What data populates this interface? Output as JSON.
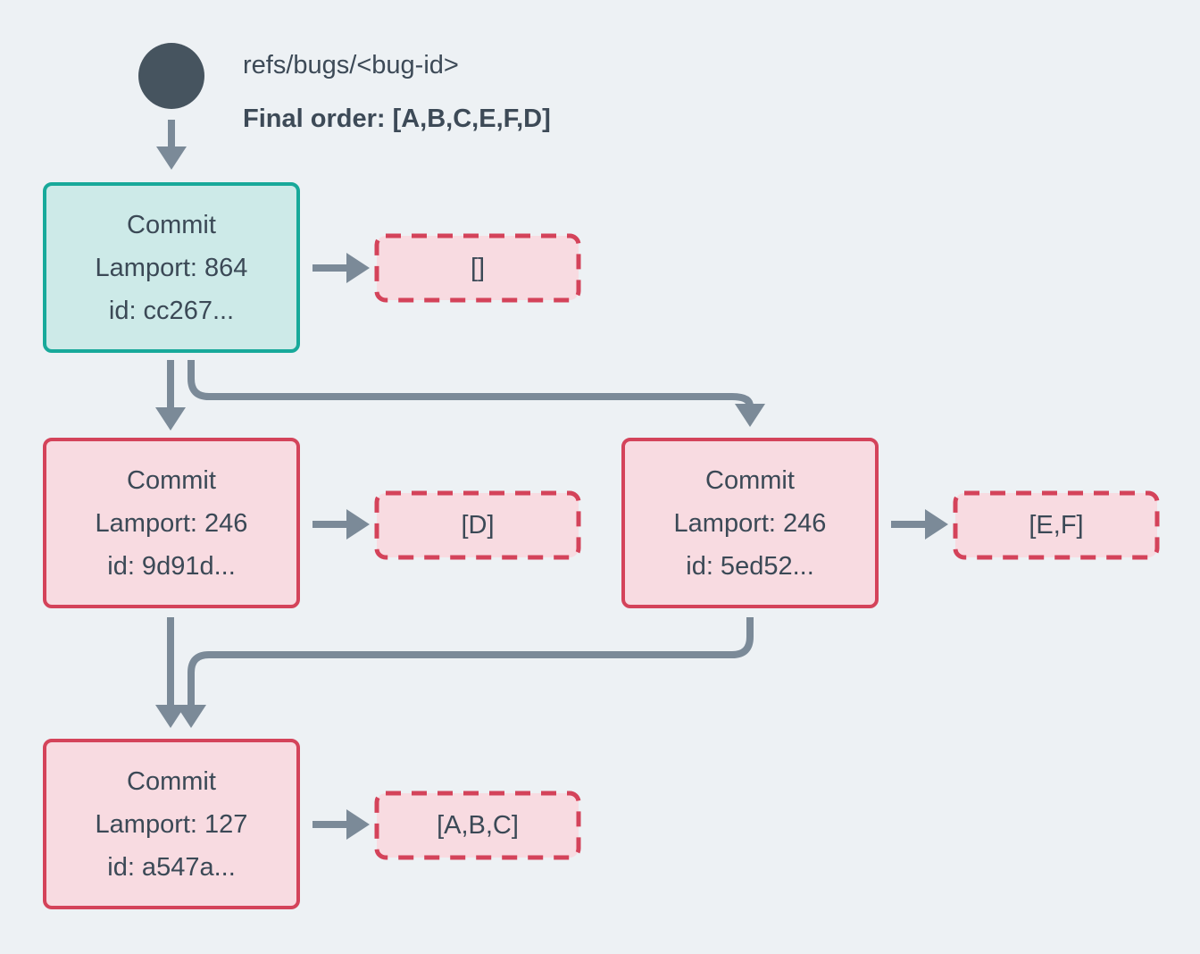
{
  "diagram": {
    "ref_name": "refs/bugs/<bug-id>",
    "final_order": "Final order: [A,B,C,E,F,D]"
  },
  "nodes": {
    "root": {
      "title": "Commit",
      "lamport": "Lamport: 864",
      "id": "id: cc267...",
      "ops": "[]"
    },
    "left": {
      "title": "Commit",
      "lamport": "Lamport: 246",
      "id": "id: 9d91d...",
      "ops": "[D]"
    },
    "right": {
      "title": "Commit",
      "lamport": "Lamport: 246",
      "id": "id: 5ed52...",
      "ops": "[E,F]"
    },
    "bottom": {
      "title": "Commit",
      "lamport": "Lamport: 127",
      "id": "id: a547a...",
      "ops": "[A,B,C]"
    }
  },
  "colors": {
    "background": "#edf1f4",
    "arrow": "#7b8a98",
    "teal_border": "#18a99a",
    "teal_fill": "#cdeae8",
    "pink_border": "#d4435a",
    "pink_fill": "#f8dbe1",
    "text": "#3b4956",
    "ref_dot": "#46545f"
  }
}
